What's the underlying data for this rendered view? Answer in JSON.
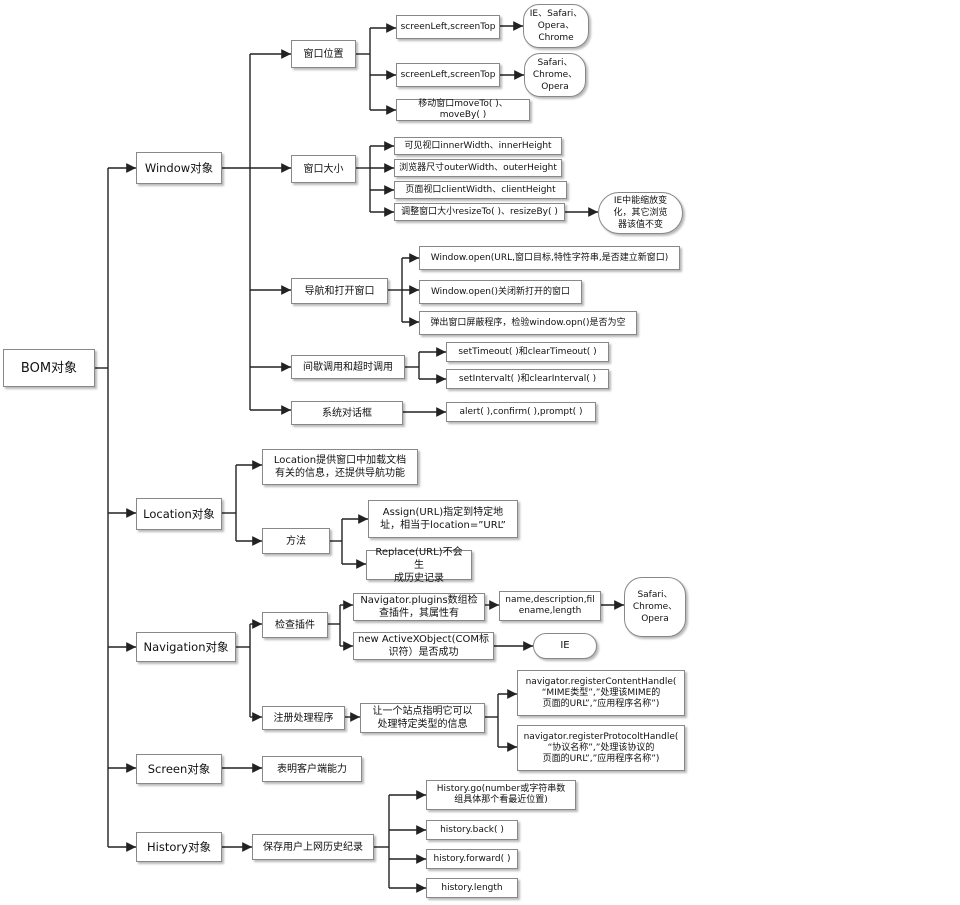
{
  "root": {
    "label": "BOM对象"
  },
  "window": {
    "label": "Window对象",
    "position": {
      "label": "窗口位置",
      "screen_left_top_1": "screenLeft,screenTop",
      "browsers_1": "IE、Safari、\nOpera、\nChrome",
      "screen_left_top_2": "screenLeft,screenTop",
      "browsers_2": "Safari、\nChrome、\nOpera",
      "move": "移动窗口moveTo( )、moveBy( )"
    },
    "size": {
      "label": "窗口大小",
      "inner": "可见视口innerWidth、innerHeight",
      "outer": "浏览器尺寸outerWidth、outerHeight",
      "client": "页面视口clientWidth、clientHeight",
      "resize": "调整窗口大小resizeTo( )、resizeBy( )",
      "resize_note": "IE中能缩放变\n化，其它浏览\n器该值不变"
    },
    "nav_open": {
      "label": "导航和打开窗口",
      "open": "Window.open(URL,窗口目标,特性字符串,是否建立新窗口)",
      "close": "Window.open()关闭新打开的窗口",
      "popup": "弹出窗口屏蔽程序，检验window.opn()是否为空"
    },
    "timers": {
      "label": "间歇调用和超时调用",
      "timeout": "setTimeout( )和clearTimeout( )",
      "interval": "setIntervalt( )和clearInterval( )"
    },
    "dialogs": {
      "label": "系统对话框",
      "methods": "alert( ),confirm( ),prompt( )"
    }
  },
  "location": {
    "label": "Location对象",
    "desc": "Location提供窗口中加载文档\n有关的信息，还提供导航功能",
    "methods": {
      "label": "方法",
      "assign": "Assign(URL)指定到特定地\n址，相当于location=”URL”",
      "replace": "Replace(URL)不会生\n成历史记录"
    }
  },
  "navigation": {
    "label": "Navigation对象",
    "plugins": {
      "label": "检查插件",
      "nav_plugins": "Navigator.plugins数组检\n查插件，其属性有",
      "props": "name,description,fil\nename,length",
      "props_browsers": "Safari、\nChrome、\nOpera",
      "activex": "new ActiveXObject(COM标\n识符）是否成功",
      "activex_browser": "IE"
    },
    "handlers": {
      "label": "注册处理程序",
      "desc": "让一个站点指明它可以\n处理特定类型的信息",
      "content": "navigator.registerContentHandle(\n“MIME类型”,”处理该MIME的\n页面的URL”,”应用程序名称”)",
      "protocol": "navigator.registerProtocoltHandle(\n“协议名称”,”处理该协议的\n页面的URL”,”应用程序名称”)"
    }
  },
  "screen": {
    "label": "Screen对象",
    "desc": "表明客户端能力"
  },
  "history": {
    "label": "History对象",
    "desc": "保存用户上网历史纪录",
    "go": "History.go(number或字符串数\n组具体那个看最近位置)",
    "back": "history.back( )",
    "forward": "history.forward( )",
    "length": "history.length"
  }
}
